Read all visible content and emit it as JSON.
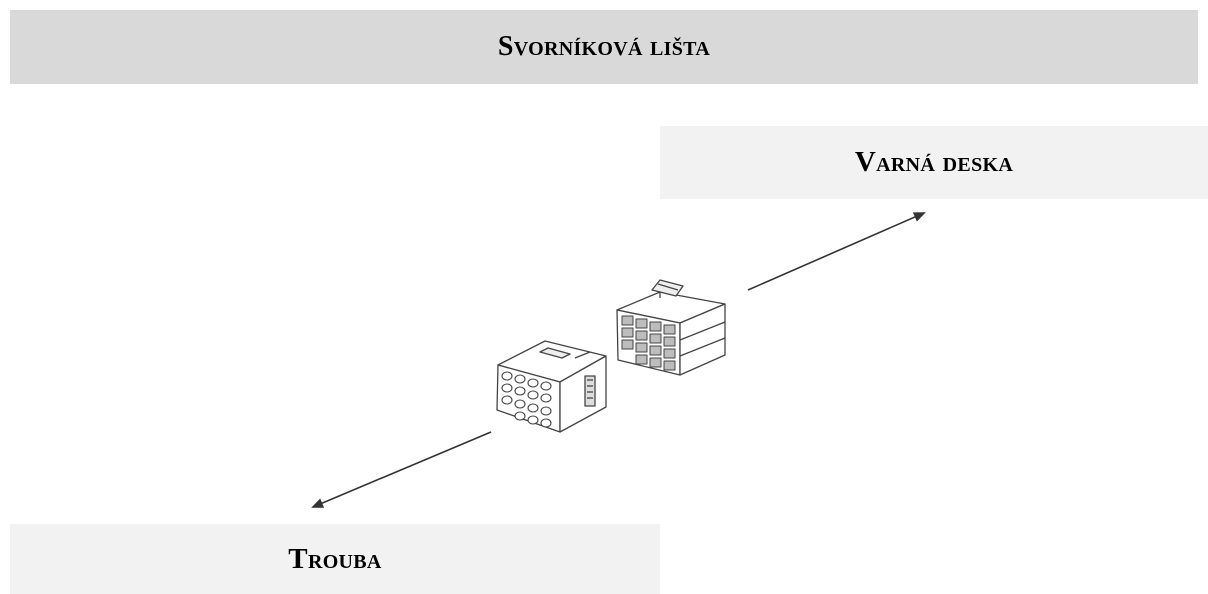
{
  "title": "Svorníková lišta",
  "labels": {
    "hob": "Varná deska",
    "oven": "Trouba"
  },
  "icons": {
    "left_connector": "connector-plug-icon",
    "right_connector": "connector-socket-icon"
  },
  "colors": {
    "title_bar": "#d9d9d9",
    "label_bg": "#f2f2f2",
    "arrow": "#333333"
  }
}
